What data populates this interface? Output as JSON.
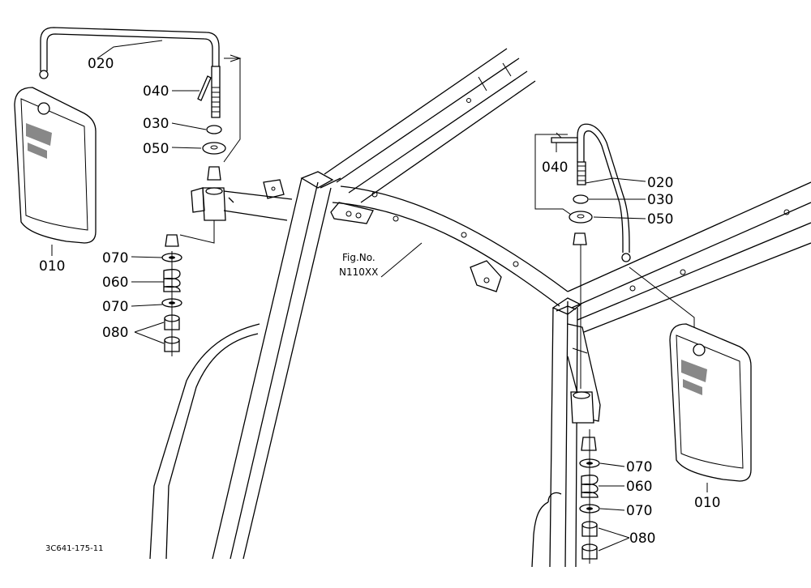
{
  "diagram": {
    "figure_label_line1": "Fig.No.",
    "figure_label_line2": "N110XX",
    "drawing_code": "3C641-175-11",
    "left_assembly": {
      "mirror": "010",
      "stay": "020",
      "o_ring": "030",
      "pin": "040",
      "washer_top": "050",
      "spring": "060",
      "washer_upper": "070",
      "washer_lower": "070",
      "nut": "080"
    },
    "right_assembly": {
      "mirror": "010",
      "stay": "020",
      "o_ring": "030",
      "pin": "040",
      "washer_top": "050",
      "spring": "060",
      "washer_upper": "070",
      "washer_lower": "070",
      "nut": "080"
    }
  }
}
